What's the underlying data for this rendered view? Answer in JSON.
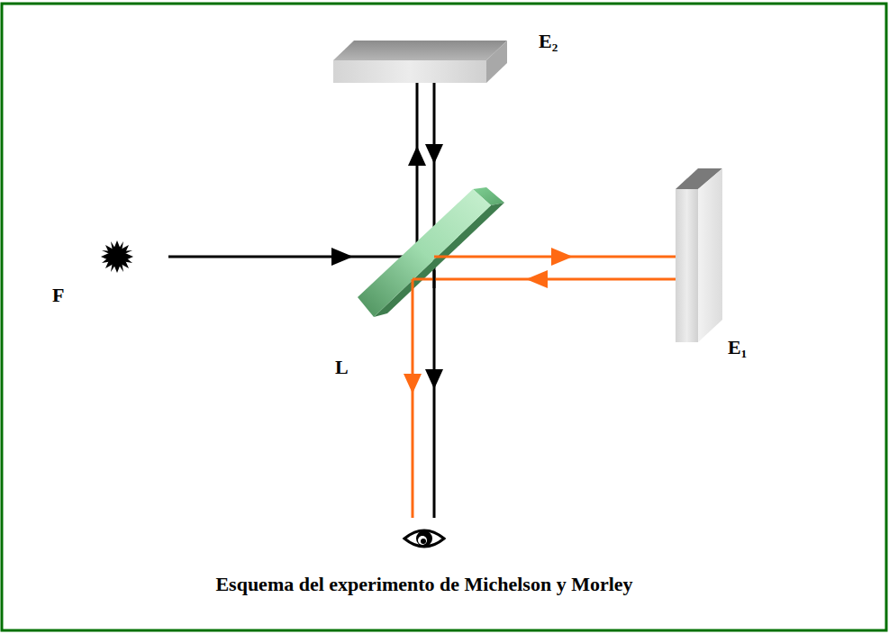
{
  "diagram": {
    "caption": "Esquema del experimento de Michelson y Morley",
    "labels": [
      "E₂",
      "F",
      "L",
      "E₁"
    ]
  }
}
